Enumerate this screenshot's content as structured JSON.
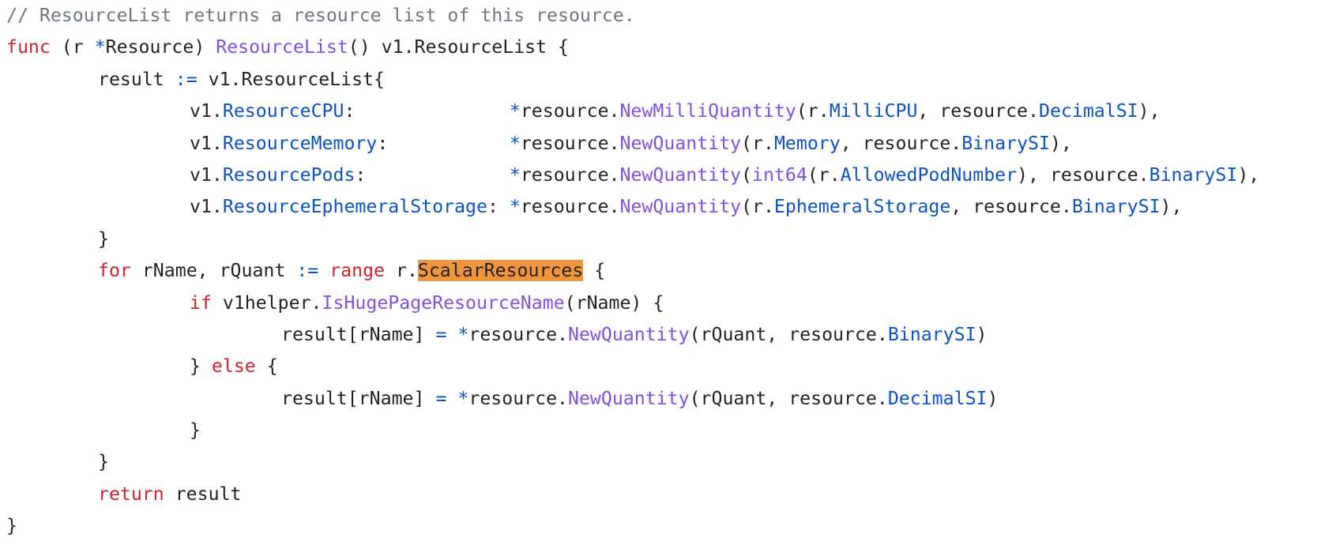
{
  "editor": {
    "highlight_color": "#f0943e",
    "colors": {
      "plain": "#1f2328",
      "comment": "#6e7781",
      "keyword": "#cf222e",
      "func": "#8250df",
      "field": "#0a53c4",
      "op": "#0a53c4"
    },
    "lines": [
      {
        "indent": 0,
        "tokens": [
          {
            "t": "// ResourceList returns a resource list of this resource.",
            "k": "comment"
          }
        ]
      },
      {
        "indent": 0,
        "tokens": [
          {
            "t": "func",
            "k": "keyword"
          },
          {
            "t": " (r ",
            "k": "plain"
          },
          {
            "t": "*",
            "k": "op"
          },
          {
            "t": "Resource) ",
            "k": "plain"
          },
          {
            "t": "ResourceList",
            "k": "func"
          },
          {
            "t": "() v1.ResourceList {",
            "k": "plain"
          }
        ]
      },
      {
        "indent": 1,
        "tokens": [
          {
            "t": "result ",
            "k": "plain"
          },
          {
            "t": ":=",
            "k": "op"
          },
          {
            "t": " v1.ResourceList{",
            "k": "plain"
          }
        ]
      },
      {
        "indent": 2,
        "tokens": [
          {
            "t": "v1.",
            "k": "plain"
          },
          {
            "t": "ResourceCPU",
            "k": "field"
          },
          {
            "t": ":              ",
            "k": "plain"
          },
          {
            "t": "*",
            "k": "op"
          },
          {
            "t": "resource.",
            "k": "plain"
          },
          {
            "t": "NewMilliQuantity",
            "k": "func"
          },
          {
            "t": "(r.",
            "k": "plain"
          },
          {
            "t": "MilliCPU",
            "k": "field"
          },
          {
            "t": ", resource.",
            "k": "plain"
          },
          {
            "t": "DecimalSI",
            "k": "field"
          },
          {
            "t": "),",
            "k": "plain"
          }
        ]
      },
      {
        "indent": 2,
        "tokens": [
          {
            "t": "v1.",
            "k": "plain"
          },
          {
            "t": "ResourceMemory",
            "k": "field"
          },
          {
            "t": ":           ",
            "k": "plain"
          },
          {
            "t": "*",
            "k": "op"
          },
          {
            "t": "resource.",
            "k": "plain"
          },
          {
            "t": "NewQuantity",
            "k": "func"
          },
          {
            "t": "(r.",
            "k": "plain"
          },
          {
            "t": "Memory",
            "k": "field"
          },
          {
            "t": ", resource.",
            "k": "plain"
          },
          {
            "t": "BinarySI",
            "k": "field"
          },
          {
            "t": "),",
            "k": "plain"
          }
        ]
      },
      {
        "indent": 2,
        "tokens": [
          {
            "t": "v1.",
            "k": "plain"
          },
          {
            "t": "ResourcePods",
            "k": "field"
          },
          {
            "t": ":             ",
            "k": "plain"
          },
          {
            "t": "*",
            "k": "op"
          },
          {
            "t": "resource.",
            "k": "plain"
          },
          {
            "t": "NewQuantity",
            "k": "func"
          },
          {
            "t": "(",
            "k": "plain"
          },
          {
            "t": "int64",
            "k": "func"
          },
          {
            "t": "(r.",
            "k": "plain"
          },
          {
            "t": "AllowedPodNumber",
            "k": "field"
          },
          {
            "t": "), resource.",
            "k": "plain"
          },
          {
            "t": "BinarySI",
            "k": "field"
          },
          {
            "t": "),",
            "k": "plain"
          }
        ]
      },
      {
        "indent": 2,
        "tokens": [
          {
            "t": "v1.",
            "k": "plain"
          },
          {
            "t": "ResourceEphemeralStorage",
            "k": "field"
          },
          {
            "t": ": ",
            "k": "plain"
          },
          {
            "t": "*",
            "k": "op"
          },
          {
            "t": "resource.",
            "k": "plain"
          },
          {
            "t": "NewQuantity",
            "k": "func"
          },
          {
            "t": "(r.",
            "k": "plain"
          },
          {
            "t": "EphemeralStorage",
            "k": "field"
          },
          {
            "t": ", resource.",
            "k": "plain"
          },
          {
            "t": "BinarySI",
            "k": "field"
          },
          {
            "t": "),",
            "k": "plain"
          }
        ]
      },
      {
        "indent": 1,
        "tokens": [
          {
            "t": "}",
            "k": "plain"
          }
        ]
      },
      {
        "indent": 1,
        "tokens": [
          {
            "t": "for",
            "k": "keyword"
          },
          {
            "t": " rName, rQuant ",
            "k": "plain"
          },
          {
            "t": ":=",
            "k": "op"
          },
          {
            "t": " ",
            "k": "plain"
          },
          {
            "t": "range",
            "k": "keyword"
          },
          {
            "t": " r.",
            "k": "plain"
          },
          {
            "t": "ScalarResources",
            "k": "field",
            "hl": true
          },
          {
            "t": " {",
            "k": "plain"
          }
        ]
      },
      {
        "indent": 2,
        "tokens": [
          {
            "t": "if",
            "k": "keyword"
          },
          {
            "t": " v1helper.",
            "k": "plain"
          },
          {
            "t": "IsHugePageResourceName",
            "k": "func"
          },
          {
            "t": "(rName) {",
            "k": "plain"
          }
        ]
      },
      {
        "indent": 3,
        "tokens": [
          {
            "t": "result[rName] ",
            "k": "plain"
          },
          {
            "t": "=",
            "k": "op"
          },
          {
            "t": " ",
            "k": "plain"
          },
          {
            "t": "*",
            "k": "op"
          },
          {
            "t": "resource.",
            "k": "plain"
          },
          {
            "t": "NewQuantity",
            "k": "func"
          },
          {
            "t": "(rQuant, resource.",
            "k": "plain"
          },
          {
            "t": "BinarySI",
            "k": "field"
          },
          {
            "t": ")",
            "k": "plain"
          }
        ]
      },
      {
        "indent": 2,
        "tokens": [
          {
            "t": "} ",
            "k": "plain"
          },
          {
            "t": "else",
            "k": "keyword"
          },
          {
            "t": " {",
            "k": "plain"
          }
        ]
      },
      {
        "indent": 3,
        "tokens": [
          {
            "t": "result[rName] ",
            "k": "plain"
          },
          {
            "t": "=",
            "k": "op"
          },
          {
            "t": " ",
            "k": "plain"
          },
          {
            "t": "*",
            "k": "op"
          },
          {
            "t": "resource.",
            "k": "plain"
          },
          {
            "t": "NewQuantity",
            "k": "func"
          },
          {
            "t": "(rQuant, resource.",
            "k": "plain"
          },
          {
            "t": "DecimalSI",
            "k": "field"
          },
          {
            "t": ")",
            "k": "plain"
          }
        ]
      },
      {
        "indent": 2,
        "tokens": [
          {
            "t": "}",
            "k": "plain"
          }
        ]
      },
      {
        "indent": 1,
        "tokens": [
          {
            "t": "}",
            "k": "plain"
          }
        ]
      },
      {
        "indent": 1,
        "tokens": [
          {
            "t": "return",
            "k": "keyword"
          },
          {
            "t": " result",
            "k": "plain"
          }
        ]
      },
      {
        "indent": 0,
        "tokens": [
          {
            "t": "}",
            "k": "plain"
          }
        ]
      }
    ]
  }
}
